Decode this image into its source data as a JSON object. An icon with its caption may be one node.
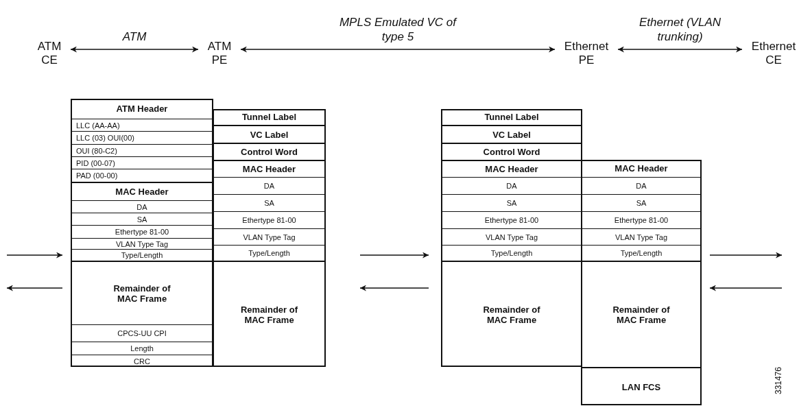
{
  "diagram": {
    "nodes": [
      {
        "text": [
          "ATM CE"
        ]
      },
      {
        "text": [
          "ATM PE"
        ]
      },
      {
        "text": [
          "Ethernet PE"
        ]
      },
      {
        "text": [
          "Ethernet CE"
        ]
      },
      {
        "text": [],
        "shape": "box"
      },
      {
        "text": [
          "ATM Header"
        ],
        "in": 4
      },
      {
        "text": [
          "LLC (AA-AA)"
        ],
        "in": 4
      },
      {
        "text": [
          "LLC (03) OUI(00)"
        ],
        "in": 4
      },
      {
        "text": [
          "OUI (80-C2)"
        ],
        "in": 4
      },
      {
        "text": [
          "PID (00-07)"
        ],
        "in": 4
      },
      {
        "text": [
          "PAD (00-00)"
        ],
        "in": 4
      },
      {
        "text": [
          "MAC Header"
        ],
        "in": 4
      },
      {
        "text": [
          "DA"
        ],
        "in": 4
      },
      {
        "text": [
          "SA"
        ],
        "in": 4
      },
      {
        "text": [
          "Ethertype 81-00"
        ],
        "in": 4
      },
      {
        "text": [
          "VLAN Type Tag"
        ],
        "in": 4
      },
      {
        "text": [
          "Type/Length"
        ],
        "in": 4
      },
      {
        "text": [
          "Remainder of MAC Frame"
        ],
        "in": 4
      },
      {
        "text": [
          "CPCS-UU CPI"
        ],
        "in": 4
      },
      {
        "text": [
          "Length"
        ],
        "in": 4
      },
      {
        "text": [
          "CRC"
        ],
        "in": 4
      },
      {
        "text": [],
        "shape": "box"
      },
      {
        "text": [
          "Tunnel Label"
        ],
        "in": 21
      },
      {
        "text": [
          "VC Label"
        ],
        "in": 21
      },
      {
        "text": [
          "Control Word"
        ],
        "in": 21
      },
      {
        "text": [
          "MAC Header"
        ],
        "in": 21
      },
      {
        "text": [
          "DA"
        ],
        "in": 21
      },
      {
        "text": [
          "SA"
        ],
        "in": 21
      },
      {
        "text": [
          "Ethertype 81-00"
        ],
        "in": 21
      },
      {
        "text": [
          "VLAN Type Tag"
        ],
        "in": 21
      },
      {
        "text": [
          "Type/Length"
        ],
        "in": 21
      },
      {
        "text": [
          "Remainder of MAC Frame"
        ],
        "in": 21
      },
      {
        "text": [],
        "shape": "box"
      },
      {
        "text": [
          "Tunnel Label"
        ],
        "in": 32
      },
      {
        "text": [
          "VC Label"
        ],
        "in": 32
      },
      {
        "text": [
          "Control Word"
        ],
        "in": 32
      },
      {
        "text": [
          "MAC Header"
        ],
        "in": 32
      },
      {
        "text": [
          "DA"
        ],
        "in": 32
      },
      {
        "text": [
          "SA"
        ],
        "in": 32
      },
      {
        "text": [
          "Ethertype 81-00"
        ],
        "in": 32
      },
      {
        "text": [
          "VLAN Type Tag"
        ],
        "in": 32
      },
      {
        "text": [
          "Type/Length"
        ],
        "in": 32
      },
      {
        "text": [
          "Remainder of MAC Frame"
        ],
        "in": 32
      },
      {
        "text": [],
        "shape": "box"
      },
      {
        "text": [
          "MAC Header"
        ],
        "in": 43
      },
      {
        "text": [
          "DA"
        ],
        "in": 43
      },
      {
        "text": [
          "SA"
        ],
        "in": 43
      },
      {
        "text": [
          "Ethertype 81-00"
        ],
        "in": 43
      },
      {
        "text": [
          "VLAN Type Tag"
        ],
        "in": 43
      },
      {
        "text": [
          "Type/Length"
        ],
        "in": 43
      },
      {
        "text": [
          "Remainder of MAC Frame"
        ],
        "in": 43
      },
      {
        "text": [
          "LAN FCS"
        ],
        "in": 43
      }
    ],
    "edges": [
      {
        "from": 0,
        "to": 1,
        "arrow": "both",
        "label": "ATM"
      },
      {
        "from": 1,
        "to": 2,
        "arrow": "both",
        "label": "MPLS Emulated VC of type 5"
      },
      {
        "from": 2,
        "to": 3,
        "arrow": "both",
        "label": "Ethernet (VLAN trunking)"
      },
      {
        "from": null,
        "to": 4,
        "arrow": "to"
      },
      {
        "from": 4,
        "to": null,
        "arrow": "to"
      },
      {
        "from": 21,
        "to": 32,
        "arrow": "to"
      },
      {
        "from": 32,
        "to": 21,
        "arrow": "to"
      },
      {
        "from": 43,
        "to": null,
        "arrow": "to"
      },
      {
        "from": null,
        "to": 43,
        "arrow": "to"
      }
    ],
    "labels": [
      "331476"
    ]
  }
}
